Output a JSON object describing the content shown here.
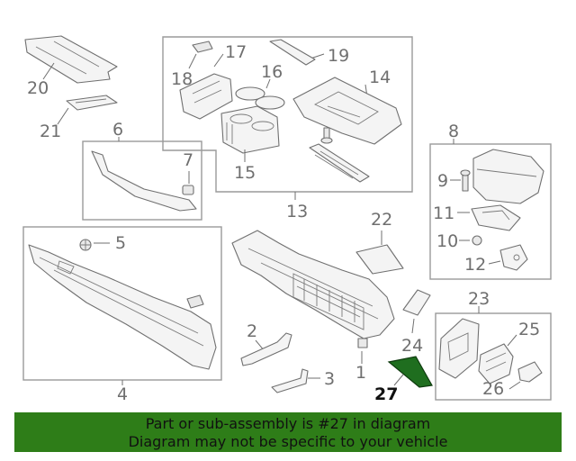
{
  "callouts": {
    "c1": "1",
    "c2": "2",
    "c3": "3",
    "c4": "4",
    "c5": "5",
    "c6": "6",
    "c7": "7",
    "c8": "8",
    "c9": "9",
    "c10": "10",
    "c11": "11",
    "c12": "12",
    "c13": "13",
    "c14": "14",
    "c15": "15",
    "c16": "16",
    "c17": "17",
    "c18": "18",
    "c19": "19",
    "c20": "20",
    "c21": "21",
    "c22": "22",
    "c23": "23",
    "c24": "24",
    "c25": "25",
    "c26": "26",
    "c27": "27"
  },
  "highlight": {
    "part_number": "27",
    "color": "#1f6e1f"
  },
  "banner": {
    "line1": "Part or sub-assembly is #27 in diagram",
    "line2": "Diagram may not be specific to your vehicle",
    "color": "#2e7d18"
  }
}
